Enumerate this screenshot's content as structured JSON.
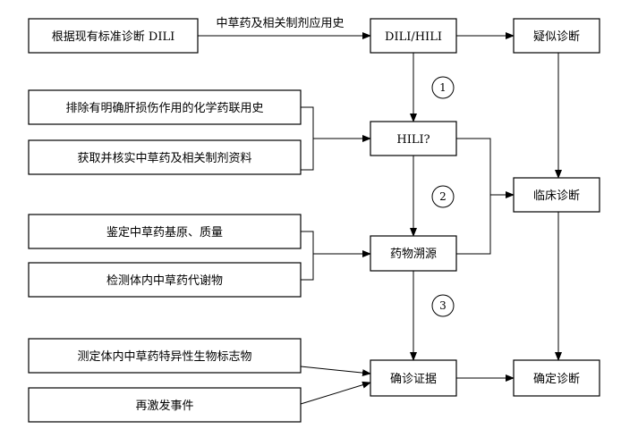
{
  "nodes": {
    "standard_diagnosis": "根据现有标准诊断 DILI",
    "dili_hili": "DILI/HILI",
    "suspected_diagnosis": "疑似诊断",
    "exclude_chemical": "排除有明确肝损伤作用的化学药联用史",
    "verify_materials": "获取并核实中草药及相关制剂资料",
    "hili_question": "HILI?",
    "clinical_diagnosis": "临床诊断",
    "identify_origin": "鉴定中草药基原、质量",
    "detect_metabolites": "检测体内中草药代谢物",
    "drug_tracing": "药物溯源",
    "specific_biomarkers": "测定体内中草药特异性生物标志物",
    "rechallenge": "再激发事件",
    "confirming_evidence": "确诊证据",
    "confirmed_diagnosis": "确定诊断"
  },
  "edge_labels": {
    "herb_history": "中草药及相关制剂应用史"
  },
  "steps": [
    "1",
    "2",
    "3"
  ]
}
